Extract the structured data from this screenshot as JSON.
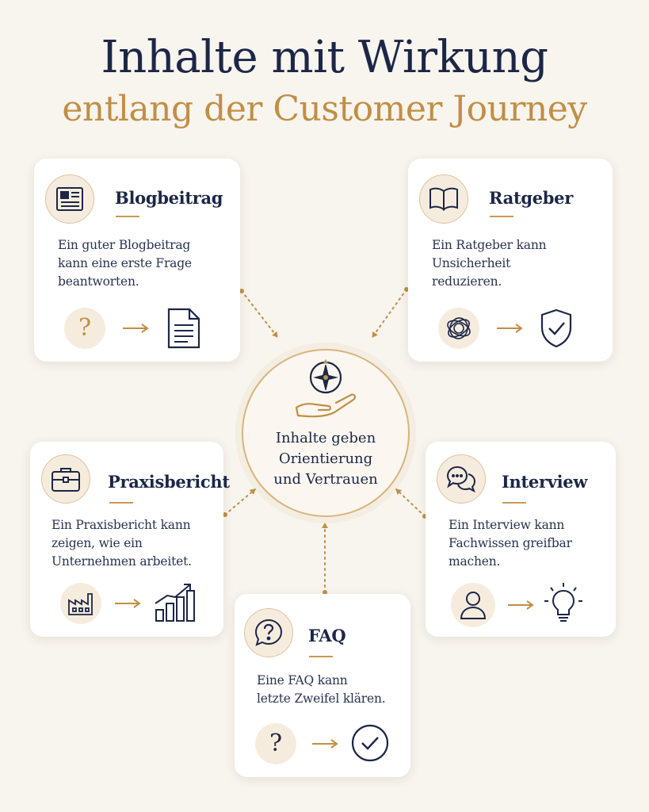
{
  "header": {
    "title": "Inhalte mit Wirkung",
    "subtitle": "entlang der Customer Journey"
  },
  "center": {
    "lines": [
      "Inhalte geben",
      "Orientierung",
      "und Vertrauen"
    ],
    "icon": "compass-hand-icon"
  },
  "colors": {
    "navy": "#1c2747",
    "gold": "#c08f45",
    "background": "#f8f4ee"
  },
  "cards": {
    "blog": {
      "title": "Blogbeitrag",
      "description": [
        "Ein guter Blogbeitrag",
        "kann eine erste Frage",
        "beantworten."
      ],
      "icon": "article-icon",
      "from_icon": "question-mark-icon",
      "to_icon": "document-icon"
    },
    "ratgeber": {
      "title": "Ratgeber",
      "description": [
        "Ein Ratgeber kann",
        "Unsicherheit",
        "reduzieren."
      ],
      "icon": "open-book-icon",
      "from_icon": "tangle-icon",
      "to_icon": "shield-check-icon"
    },
    "praxis": {
      "title": "Praxisbericht",
      "description": [
        "Ein Praxisbericht kann",
        "zeigen, wie ein",
        "Unternehmen arbeitet."
      ],
      "icon": "briefcase-icon",
      "from_icon": "factory-icon",
      "to_icon": "growth-chart-icon"
    },
    "interview": {
      "title": "Interview",
      "description": [
        "Ein Interview kann",
        "Fachwissen greifbar",
        "machen."
      ],
      "icon": "speech-bubbles-icon",
      "from_icon": "person-icon",
      "to_icon": "lightbulb-icon"
    },
    "faq": {
      "title": "FAQ",
      "description": [
        "Eine FAQ kann",
        "letzte Zweifel klären."
      ],
      "icon": "question-bubble-icon",
      "from_icon": "question-mark-icon",
      "to_icon": "check-circle-icon"
    }
  },
  "glyphs": {
    "question": "?"
  }
}
